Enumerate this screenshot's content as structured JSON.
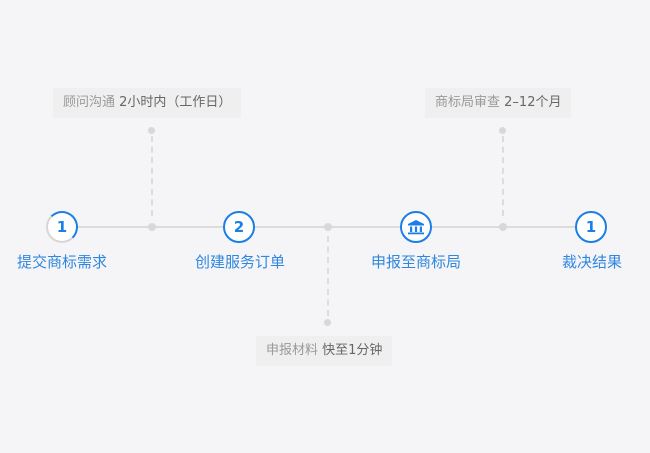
{
  "colors": {
    "accent": "#1a7fe6",
    "label": "#2f87e0",
    "track": "#dcdcdc",
    "note_bg": "#efefef",
    "background": "#f5f5f7"
  },
  "steps": [
    {
      "number": "1",
      "label": "提交商标需求",
      "icon": "progress-ring"
    },
    {
      "number": "2",
      "label": "创建服务订单",
      "icon": "number"
    },
    {
      "number": "",
      "label": "申报至商标局",
      "icon": "bank-icon"
    },
    {
      "number": "1",
      "label": "裁决结果",
      "icon": "number"
    }
  ],
  "notes": [
    {
      "title": "顾问沟通",
      "detail": "2小时内（工作日）",
      "position": "above"
    },
    {
      "title": "申报材料",
      "detail": "快至1分钟",
      "position": "below"
    },
    {
      "title": "商标局审查",
      "detail": "2–12个月",
      "position": "above"
    }
  ]
}
